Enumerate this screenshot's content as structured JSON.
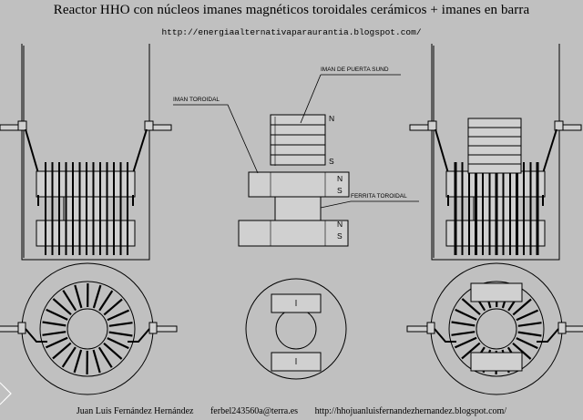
{
  "title": "Reactor HHO con núcleos imanes magnéticos toroidales cerámicos + imanes en barra",
  "url_top": "http://energiaalternativaparaurantia.blogspot.com/",
  "labels": {
    "iman_puerta": "IMAN DE PUERTA SUND",
    "iman_toroidal": "IMAN TOROIDAL",
    "ferrita_toroidal": "FERRITA TOROIDAL"
  },
  "poles": {
    "stack_n": "N",
    "stack_s": "S",
    "ring1_n": "N",
    "ring1_s": "S",
    "ring2_n": "N",
    "ring2_s": "S"
  },
  "footer": {
    "author": "Juan Luis Fernández Hernández",
    "email": "ferbel243560a@terra.es",
    "url": "http://hhojuanluisfernandezhernandez.blogspot.com/"
  },
  "colors": {
    "background": "#c0c0c0",
    "magnet_fill": "#d0d0d0",
    "ink": "#000000"
  }
}
